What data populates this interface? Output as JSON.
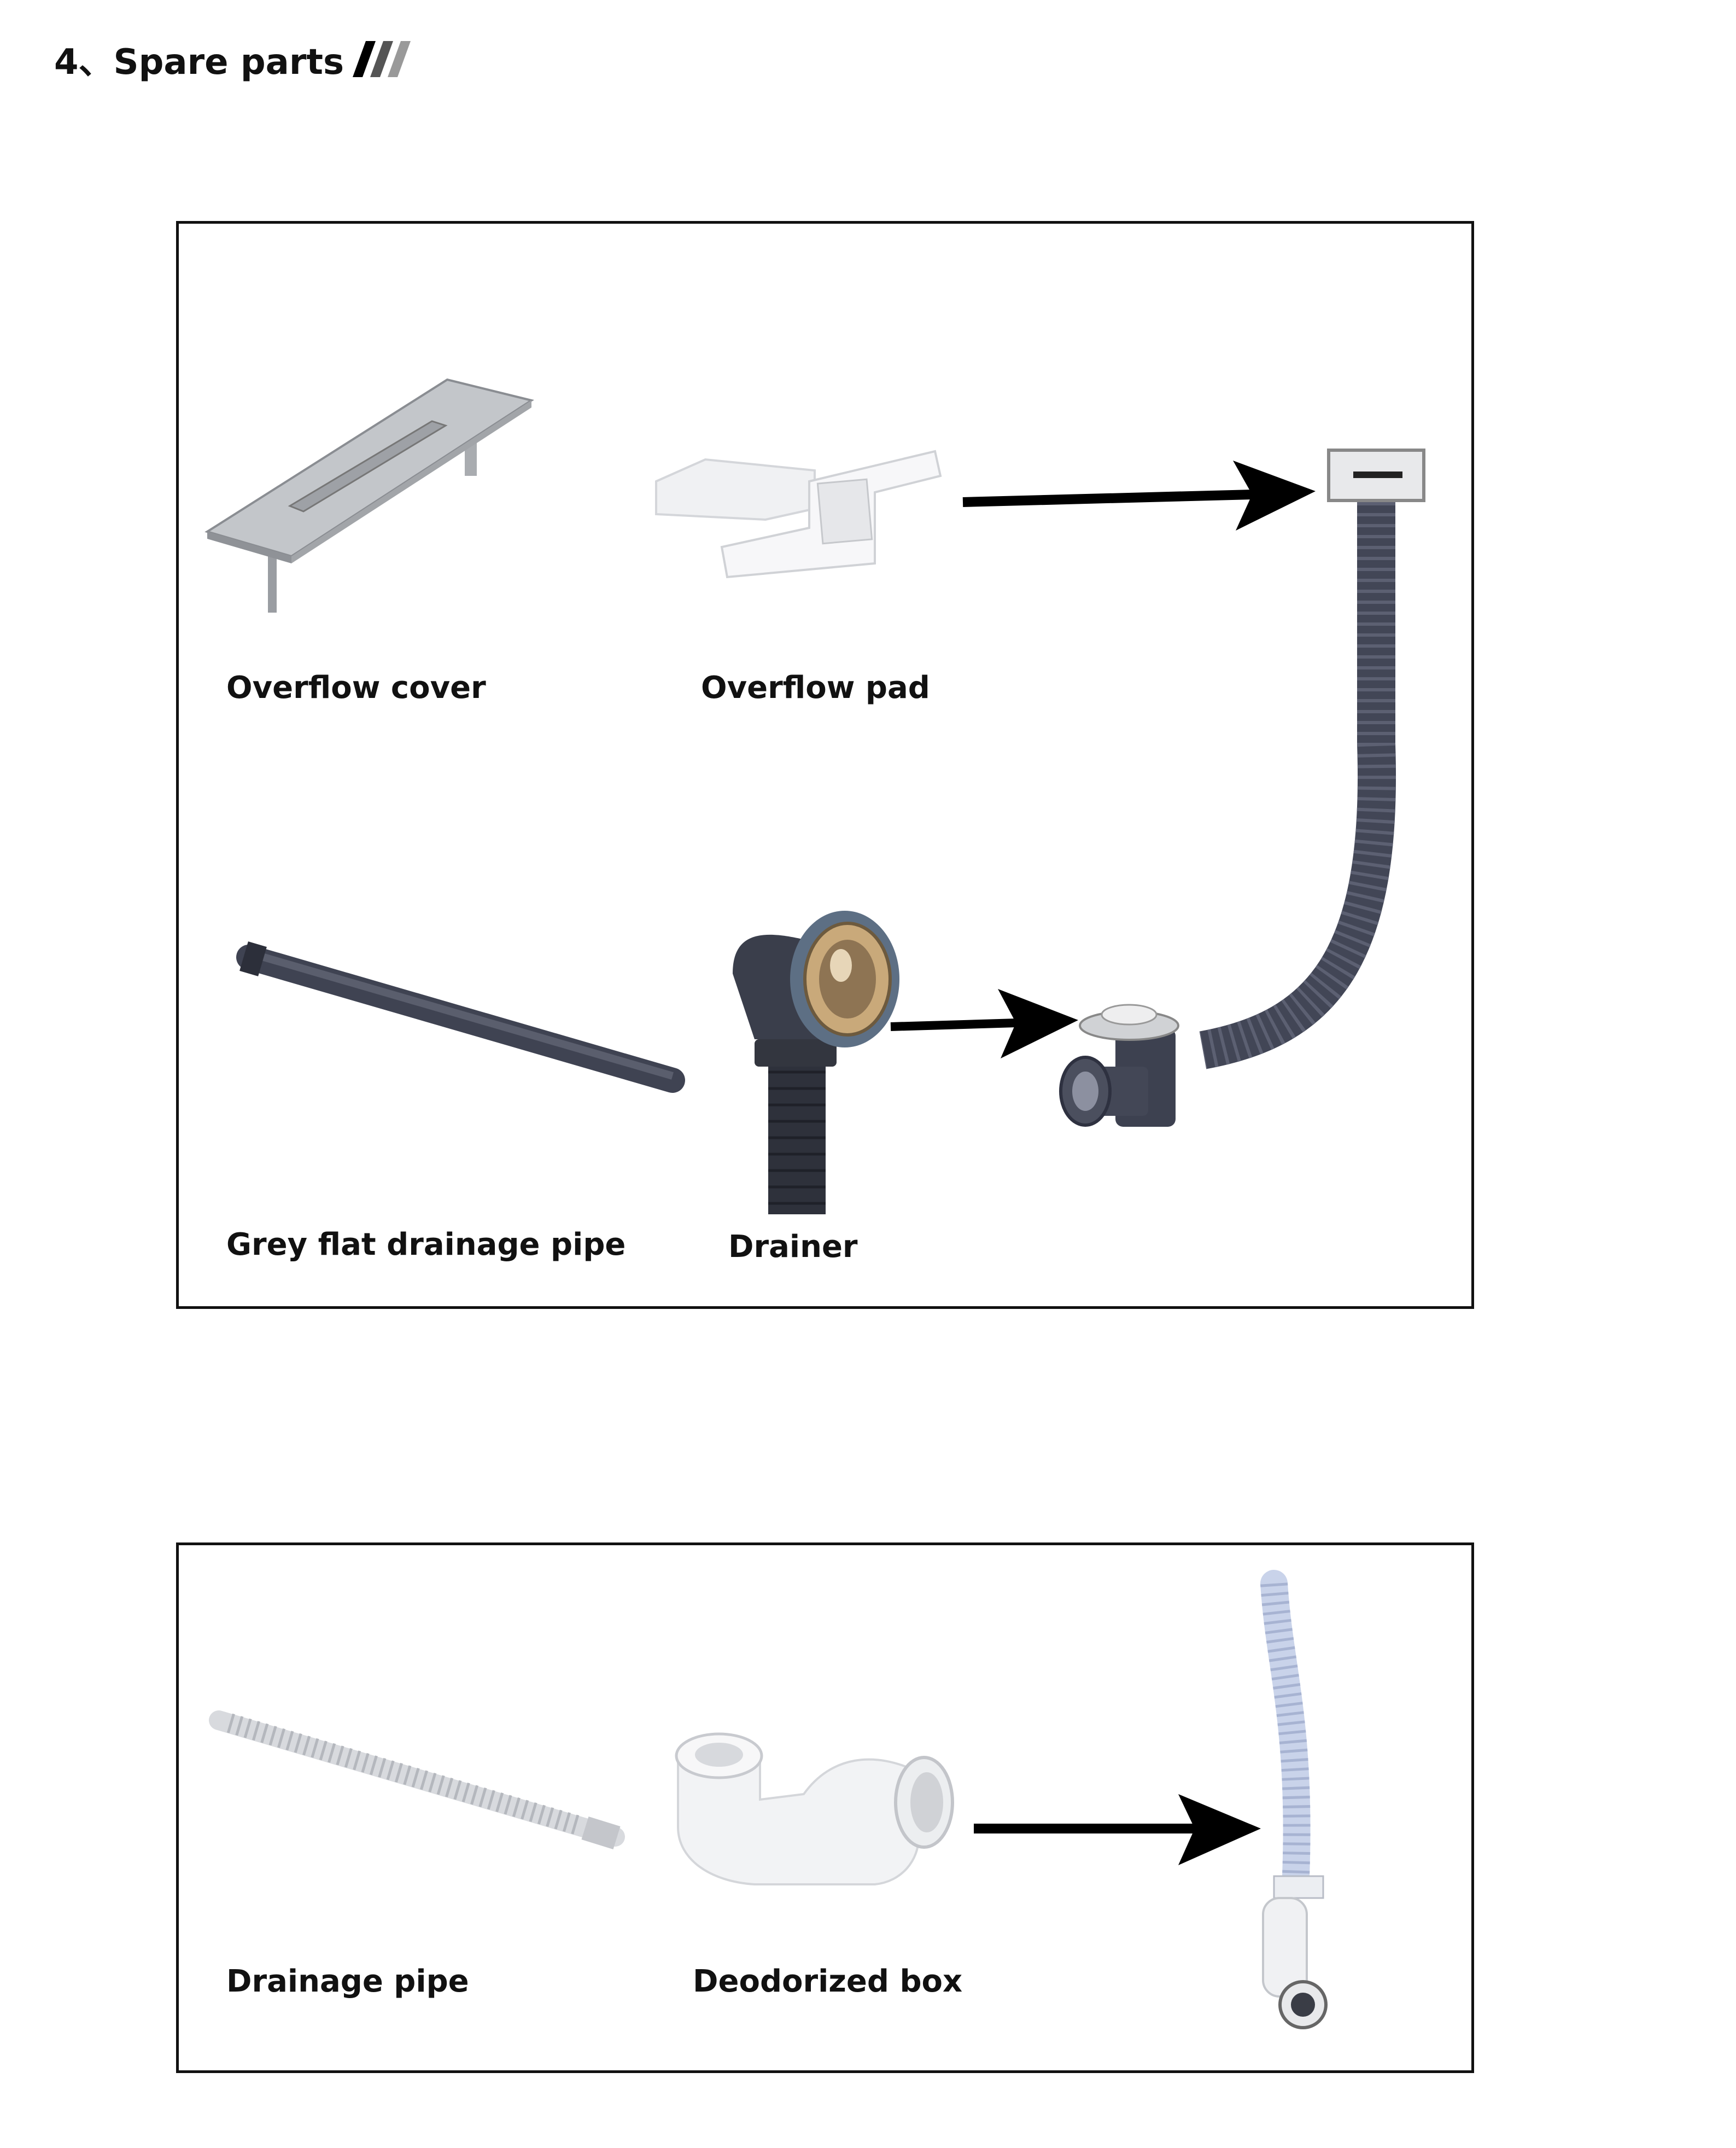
{
  "header": {
    "title": "4、Spare parts"
  },
  "section1": {
    "labels": {
      "overflow_cover": "Overflow cover",
      "overflow_pad": "Overflow pad",
      "grey_flat_pipe": "Grey flat drainage pipe",
      "drainer": "Drainer"
    }
  },
  "section2": {
    "labels": {
      "drainage_pipe": "Drainage pipe",
      "deodorized_box": "Deodorized box"
    }
  },
  "colors": {
    "text": "#111111",
    "pipe_dark": "#3e4250",
    "pipe_light": "#e4e6ea",
    "metal": "#b8bbbf"
  }
}
